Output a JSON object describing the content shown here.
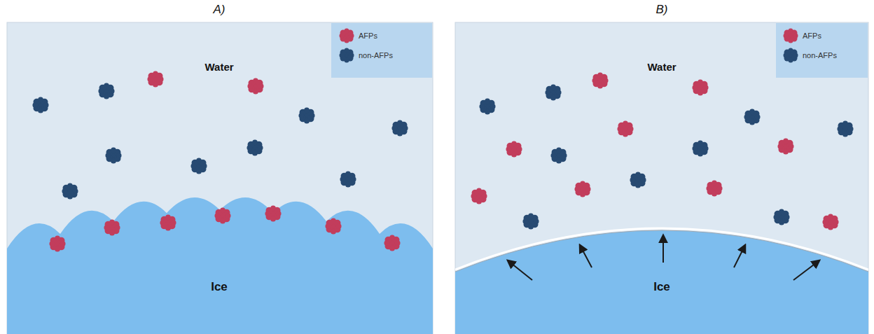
{
  "diagram": {
    "labels": [
      "A)",
      "B)",
      "Water",
      "Ice",
      "Water",
      "Ice"
    ],
    "legend": [
      {
        "text": "AFPs",
        "color": "#c23d5c"
      },
      {
        "text": "non-AFPs",
        "color": "#274a72"
      },
      {
        "text": "AFPs",
        "color": "#c23d5c"
      },
      {
        "text": "non-AFPs",
        "color": "#274a72"
      }
    ]
  }
}
